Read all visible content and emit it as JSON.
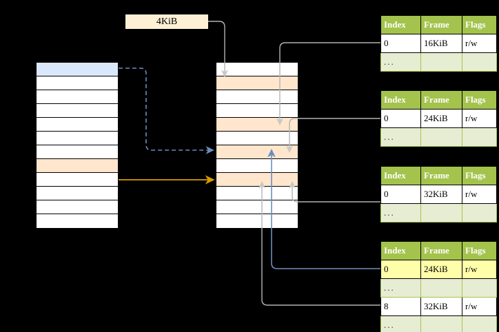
{
  "diagram": {
    "title_label": "4KiB",
    "page_size_label": {
      "text": "4KiB"
    },
    "colors": {
      "header_green": "#a3c34c",
      "ellipsis_row": "#e7edd3",
      "highlight_yellow": "#ffffaa",
      "peach_row": "#ffe6cc",
      "blue_row": "#dae8fc",
      "label_cream": "#fdf0d5",
      "orange_arrow": "#d79b00",
      "blue_arrow": "#6c8ebf",
      "gray_wire": "#b3b3b3",
      "background": "#000000"
    },
    "left_column": {
      "name": "virtual-address-space",
      "row_count": 12,
      "rows": [
        {
          "fill": "blue"
        },
        {
          "fill": "white"
        },
        {
          "fill": "white"
        },
        {
          "fill": "white"
        },
        {
          "fill": "white"
        },
        {
          "fill": "white"
        },
        {
          "fill": "white"
        },
        {
          "fill": "peach"
        },
        {
          "fill": "white"
        },
        {
          "fill": "white"
        },
        {
          "fill": "white"
        },
        {
          "fill": "white"
        }
      ]
    },
    "middle_column": {
      "name": "physical-memory",
      "row_count": 12,
      "rows": [
        {
          "fill": "white"
        },
        {
          "fill": "peach"
        },
        {
          "fill": "white"
        },
        {
          "fill": "white"
        },
        {
          "fill": "peach"
        },
        {
          "fill": "white"
        },
        {
          "fill": "peach"
        },
        {
          "fill": "white"
        },
        {
          "fill": "peach"
        },
        {
          "fill": "white"
        },
        {
          "fill": "white"
        },
        {
          "fill": "white"
        }
      ]
    },
    "tables": [
      {
        "name": "page-table-level-1",
        "headers": [
          "Index",
          "Frame",
          "Flags"
        ],
        "rows": [
          {
            "type": "data",
            "cells": [
              "0",
              "16KiB",
              "r/w"
            ],
            "highlight": [
              false,
              false,
              false
            ]
          },
          {
            "type": "ellipsis",
            "cells": [
              "...",
              "",
              ""
            ],
            "highlight": [
              false,
              false,
              false
            ]
          }
        ]
      },
      {
        "name": "page-table-level-2",
        "headers": [
          "Index",
          "Frame",
          "Flags"
        ],
        "rows": [
          {
            "type": "data",
            "cells": [
              "0",
              "24KiB",
              "r/w"
            ],
            "highlight": [
              false,
              false,
              false
            ]
          },
          {
            "type": "ellipsis",
            "cells": [
              "...",
              "",
              ""
            ],
            "highlight": [
              false,
              false,
              false
            ]
          }
        ]
      },
      {
        "name": "page-table-level-3",
        "headers": [
          "Index",
          "Frame",
          "Flags"
        ],
        "rows": [
          {
            "type": "data",
            "cells": [
              "0",
              "32KiB",
              "r/w"
            ],
            "highlight": [
              false,
              false,
              false
            ]
          },
          {
            "type": "ellipsis",
            "cells": [
              "...",
              "",
              ""
            ],
            "highlight": [
              false,
              false,
              false
            ]
          }
        ]
      },
      {
        "name": "page-table-level-4",
        "headers": [
          "Index",
          "Frame",
          "Flags"
        ],
        "rows": [
          {
            "type": "data",
            "cells": [
              "0",
              "24KiB",
              "r/w"
            ],
            "highlight": [
              true,
              true,
              true
            ]
          },
          {
            "type": "ellipsis",
            "cells": [
              "...",
              "",
              ""
            ],
            "highlight": [
              false,
              false,
              false
            ]
          },
          {
            "type": "data",
            "cells": [
              "8",
              "32KiB",
              "r/w"
            ],
            "highlight": [
              false,
              false,
              false
            ]
          },
          {
            "type": "ellipsis",
            "cells": [
              "...",
              "",
              ""
            ],
            "highlight": [
              false,
              false,
              false
            ]
          }
        ]
      }
    ]
  }
}
